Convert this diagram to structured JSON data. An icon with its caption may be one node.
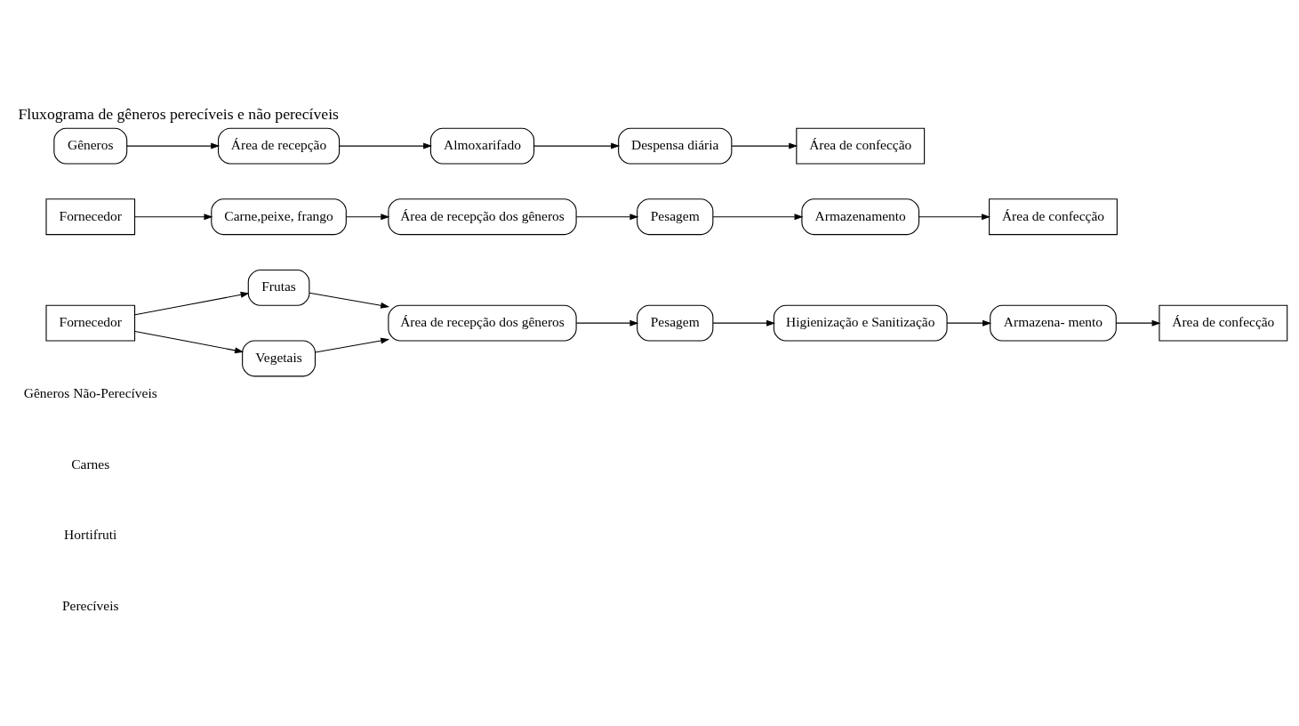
{
  "diagram": {
    "title": "Fluxograma de gêneros perecíveis e não perecíveis",
    "nodes": [
      {
        "text": [
          "Fornecedor"
        ]
      },
      {
        "text": [
          "Frutas"
        ]
      },
      {
        "text": [
          "Vegetais"
        ]
      },
      {
        "text": [
          "Área de recepção dos gêneros"
        ]
      },
      {
        "text": [
          "Pesagem"
        ]
      },
      {
        "text": [
          "Higienização e Sanitização"
        ]
      },
      {
        "text": [
          "Armazena- mento"
        ]
      },
      {
        "text": [
          "Área de confecção"
        ]
      },
      {
        "text": [
          "Fornecedor"
        ]
      },
      {
        "text": [
          "Carne,peixe, frango"
        ]
      },
      {
        "text": [
          "Área de recepção dos gêneros"
        ]
      },
      {
        "text": [
          "Pesagem"
        ]
      },
      {
        "text": [
          "Armazenamento"
        ]
      },
      {
        "text": [
          "Área de confecção"
        ]
      },
      {
        "text": [
          "Gêneros"
        ]
      },
      {
        "text": [
          "Área de recepção"
        ]
      },
      {
        "text": [
          "Almoxarifado"
        ]
      },
      {
        "text": [
          "Despensa diária"
        ]
      },
      {
        "text": [
          "Área de confecção"
        ]
      }
    ],
    "edges": [
      {
        "from": 0,
        "to": 1,
        "arrow": "to"
      },
      {
        "from": 0,
        "to": 2,
        "arrow": "to"
      },
      {
        "from": 1,
        "to": 3,
        "arrow": "to"
      },
      {
        "from": 2,
        "to": 3,
        "arrow": "to"
      },
      {
        "from": 3,
        "to": 4,
        "arrow": "to"
      },
      {
        "from": 4,
        "to": 5,
        "arrow": "to"
      },
      {
        "from": 5,
        "to": 6,
        "arrow": "to"
      },
      {
        "from": 6,
        "to": 7,
        "arrow": "to"
      },
      {
        "from": 8,
        "to": 9,
        "arrow": "to"
      },
      {
        "from": 9,
        "to": 10,
        "arrow": "to"
      },
      {
        "from": 10,
        "to": 11,
        "arrow": "to"
      },
      {
        "from": 11,
        "to": 12,
        "arrow": "to"
      },
      {
        "from": 12,
        "to": 13,
        "arrow": "to"
      },
      {
        "from": 14,
        "to": 15,
        "arrow": "to"
      },
      {
        "from": 15,
        "to": 16,
        "arrow": "to"
      },
      {
        "from": 16,
        "to": 17,
        "arrow": "to"
      },
      {
        "from": 17,
        "to": 18,
        "arrow": "to"
      }
    ],
    "labels": [
      "Perecíveis",
      "Hortifruti",
      "Carnes",
      "Gêneros Não-Perecíveis"
    ]
  }
}
